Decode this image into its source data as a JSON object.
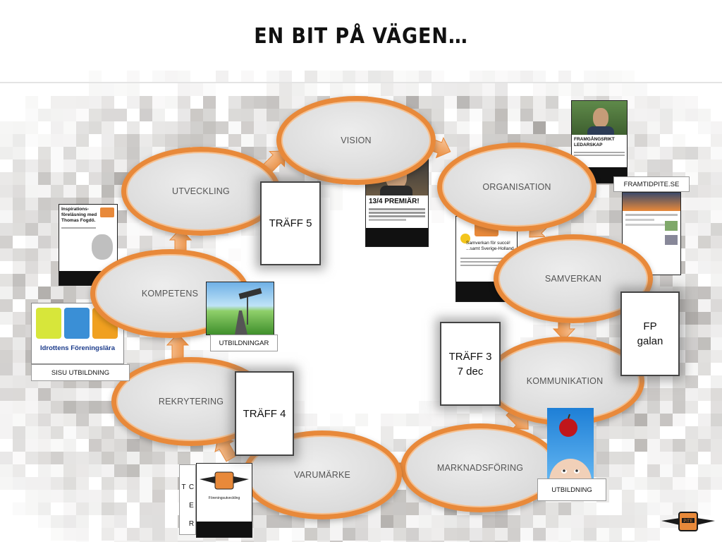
{
  "title": "EN BIT PÅ VÄGEN…",
  "colors": {
    "ring": "#e8893a",
    "arrow": "#f2a96a",
    "note_border": "#444444"
  },
  "stages": [
    {
      "label": "VISION"
    },
    {
      "label": "ORGANISATION"
    },
    {
      "label": "SAMVERKAN"
    },
    {
      "label": "KOMMUNIKATION"
    },
    {
      "label": "MARKNADSFÖRING"
    },
    {
      "label": "VARUMÄRKE"
    },
    {
      "label": "REKRYTERING"
    },
    {
      "label": "KOMPETENS"
    },
    {
      "label": "UTVECKLING"
    }
  ],
  "notes": {
    "traff5": "TRÄFF 5",
    "traff4": "TRÄFF 4",
    "traff3": "TRÄFF 3\n7 dec",
    "fp": "FP\ngalan"
  },
  "captions": {
    "framtidpite": "FRAMTIDPITE.SE",
    "sisu": "SISU UTBILDNING",
    "utbildningar": "UTBILDNINGAR",
    "utbildning": "UTBILDNING",
    "cert": "C E R T"
  },
  "posters": {
    "premiar_heading": "13/4 PREMIÄR!",
    "inspiration_heading": "Inspirations-\nföreläsning med\nThomas Fogdö.",
    "ledarskap_heading": "FRAMGÅNGSRIKT\nLEDARSKAP",
    "samverkan_heading": "Samverkan för succé!\n...samt Sverige-Holland",
    "idrottens": "Idrottens Föreningslära",
    "logo_text": "PITE",
    "forening_text": "Föreningsutveckling"
  },
  "icons": [
    "arrow-icon",
    "road-sign-icon",
    "apple-icon",
    "logo-icon"
  ]
}
